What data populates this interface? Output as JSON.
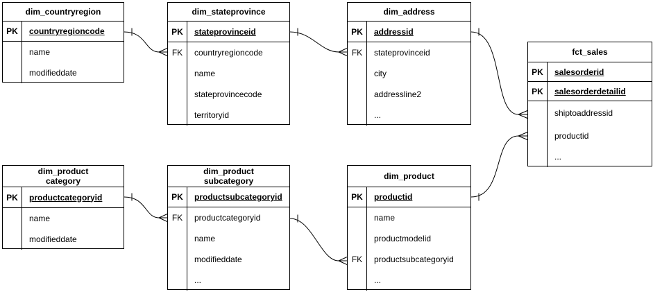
{
  "diagram": {
    "background_color": "#ffffff",
    "stroke_color": "#000000",
    "notation": "crow-foot"
  },
  "tables": [
    {
      "title": "dim_countryregion",
      "rows": [
        {
          "key": "PK",
          "name": "countryregioncode"
        },
        {
          "key": "",
          "name": "name"
        },
        {
          "key": "",
          "name": "modifieddate"
        }
      ]
    },
    {
      "title": "dim_stateprovince",
      "rows": [
        {
          "key": "PK",
          "name": "stateprovinceid"
        },
        {
          "key": "FK",
          "name": "countryregioncode"
        },
        {
          "key": "",
          "name": "name"
        },
        {
          "key": "",
          "name": "stateprovincecode"
        },
        {
          "key": "",
          "name": "territoryid"
        }
      ]
    },
    {
      "title": "dim_address",
      "rows": [
        {
          "key": "PK",
          "name": "addressid"
        },
        {
          "key": "FK",
          "name": "stateprovinceid"
        },
        {
          "key": "",
          "name": "city"
        },
        {
          "key": "",
          "name": "addressline2"
        },
        {
          "key": "",
          "name": "..."
        }
      ]
    },
    {
      "title": "fct_sales",
      "rows": [
        {
          "key": "PK",
          "name": "salesorderid"
        },
        {
          "key": "PK",
          "name": "salesorderdetailid"
        },
        {
          "key": "",
          "name": "shiptoaddressid"
        },
        {
          "key": "",
          "name": "productid"
        },
        {
          "key": "",
          "name": "..."
        }
      ]
    },
    {
      "title": "dim_product\ncategory",
      "rows": [
        {
          "key": "PK",
          "name": "productcategoryid"
        },
        {
          "key": "",
          "name": "name"
        },
        {
          "key": "",
          "name": "modifieddate"
        }
      ]
    },
    {
      "title": "dim_product\nsubcategory",
      "rows": [
        {
          "key": "PK",
          "name": "productsubcategoryid"
        },
        {
          "key": "FK",
          "name": "productcategoryid"
        },
        {
          "key": "",
          "name": "name"
        },
        {
          "key": "",
          "name": "modifieddate"
        },
        {
          "key": "",
          "name": "..."
        }
      ]
    },
    {
      "title": "dim_product",
      "rows": [
        {
          "key": "PK",
          "name": "productid"
        },
        {
          "key": "",
          "name": "name"
        },
        {
          "key": "",
          "name": "productmodelid"
        },
        {
          "key": "FK",
          "name": "productsubcategoryid"
        },
        {
          "key": "",
          "name": "..."
        }
      ]
    }
  ],
  "relationships": [
    {
      "from": "dim_countryregion.countryregioncode",
      "to": "dim_stateprovince.countryregioncode",
      "cardinality": "one-to-many"
    },
    {
      "from": "dim_stateprovince.stateprovinceid",
      "to": "dim_address.stateprovinceid",
      "cardinality": "one-to-many"
    },
    {
      "from": "dim_address.addressid",
      "to": "fct_sales.shiptoaddressid",
      "cardinality": "one-to-many"
    },
    {
      "from": "dim_productcategory.productcategoryid",
      "to": "dim_productsubcategory.productcategoryid",
      "cardinality": "one-to-many"
    },
    {
      "from": "dim_productsubcategory.productsubcategoryid",
      "to": "dim_product.productsubcategoryid",
      "cardinality": "one-to-many"
    },
    {
      "from": "dim_product.productid",
      "to": "fct_sales.productid",
      "cardinality": "one-to-many"
    }
  ]
}
